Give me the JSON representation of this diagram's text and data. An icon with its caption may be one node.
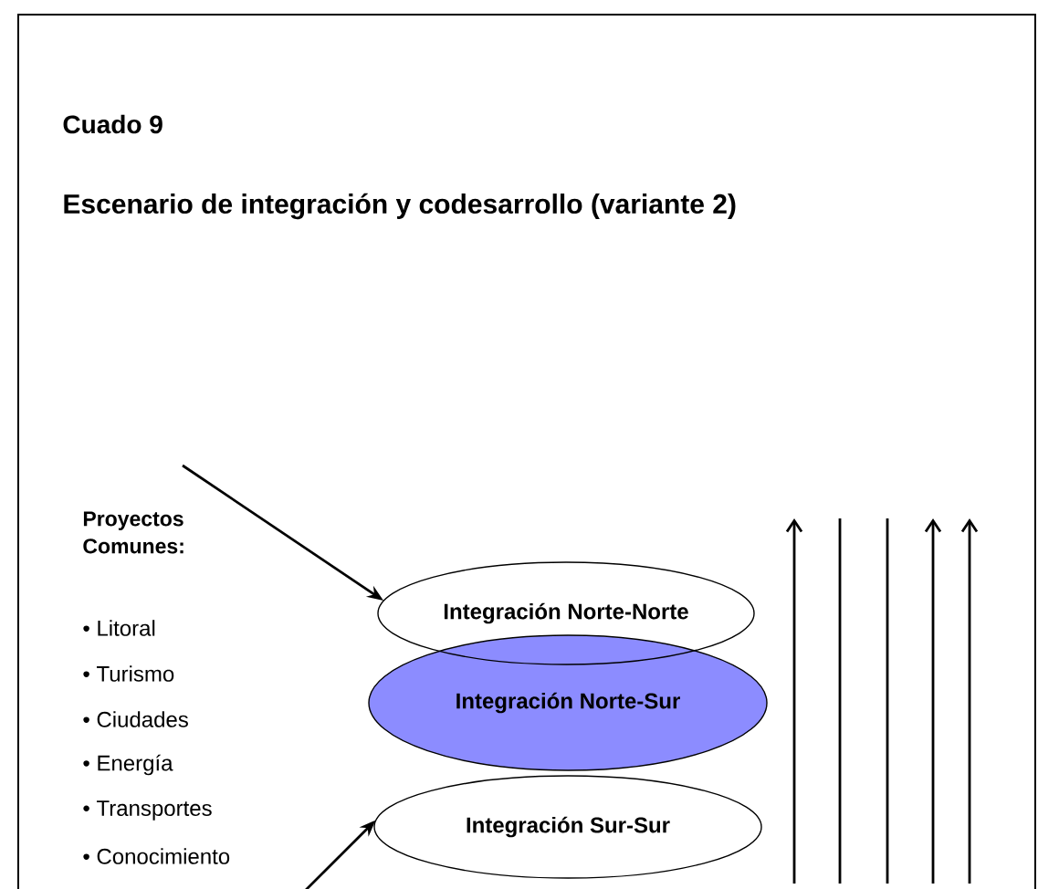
{
  "diagram": {
    "title": "Escenario de integración y codesarrollo (variante 2)",
    "nodes": [
      {
        "text": [
          "Integración Norte-Norte"
        ]
      },
      {
        "text": [
          "Integración Norte-Sur"
        ]
      },
      {
        "text": [
          "Integración Sur-Sur"
        ]
      }
    ],
    "edges": [
      {
        "from": null,
        "to": 0,
        "arrow": "to"
      },
      {
        "from": null,
        "to": 2,
        "arrow": "to"
      }
    ],
    "labels": [
      "Cuado 9",
      "Proyectos Comunes:",
      "• Litoral",
      "• Turismo",
      "• Ciudades",
      "• Energía",
      "• Transportes",
      "• Conocimiento"
    ]
  }
}
